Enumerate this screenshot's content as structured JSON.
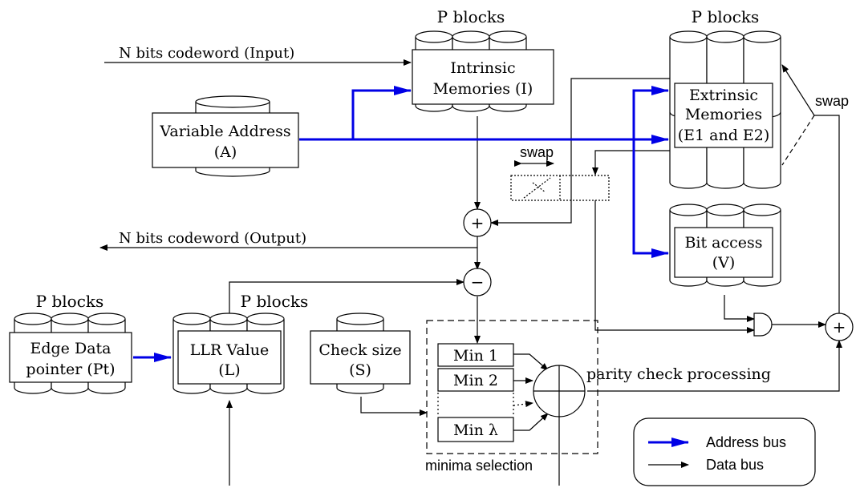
{
  "labels": {
    "p_blocks_intrinsic": "P blocks",
    "p_blocks_extrinsic": "P blocks",
    "p_blocks_edge": "P blocks",
    "p_blocks_llr": "P blocks",
    "input": "N bits codeword (Input)",
    "output": "N bits codeword (Output)",
    "intrinsic_line1": "Intrinsic",
    "intrinsic_line2": "Memories (I)",
    "extrinsic_line1": "Extrinsic",
    "extrinsic_line2": "Memories",
    "extrinsic_line3": "(E1 and E2)",
    "variable_line1": "Variable Address",
    "variable_line2": "(A)",
    "bit_access_line1": "Bit access",
    "bit_access_line2": "(V)",
    "edge_line1": "Edge Data",
    "edge_line2": "pointer (Pt)",
    "llr_line1": "LLR Value",
    "llr_line2": "(L)",
    "check_line1": "Check size",
    "check_line2": "(S)",
    "min1": "Min 1",
    "min2": "Min 2",
    "min_lambda": "Min λ",
    "parity": "parity check processing",
    "minima": "minima selection",
    "swap_top": "swap",
    "swap_mid": "swap",
    "plus_top": "+",
    "minus": "−",
    "plus_right": "+"
  },
  "legend": {
    "address_bus": "Address bus",
    "data_bus": "Data bus"
  },
  "colors": {
    "address_bus": "#0000e6",
    "data_bus": "#000000"
  }
}
